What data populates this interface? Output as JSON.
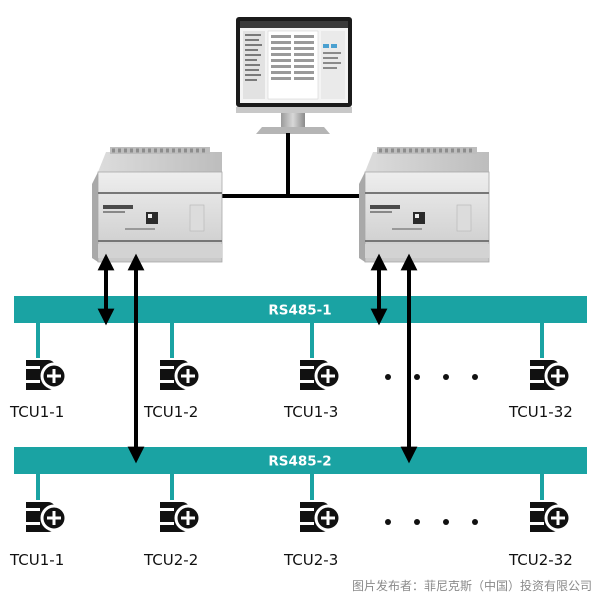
{
  "buses": [
    {
      "label": "RS485-1",
      "color": "#1aa3a3"
    },
    {
      "label": "RS485-2",
      "color": "#1aa3a3"
    }
  ],
  "bus1_devices": [
    "TCU1-1",
    "TCU1-2",
    "TCU1-3",
    "TCU1-32"
  ],
  "bus2_devices": [
    "TCU1-1",
    "TCU2-2",
    "TCU2-3",
    "TCU2-32"
  ],
  "credit": "图片发布者：菲尼克斯（中国）投资有限公司",
  "colors": {
    "bus": "#1aa3a3",
    "link": "#000000",
    "icon": "#111111"
  }
}
